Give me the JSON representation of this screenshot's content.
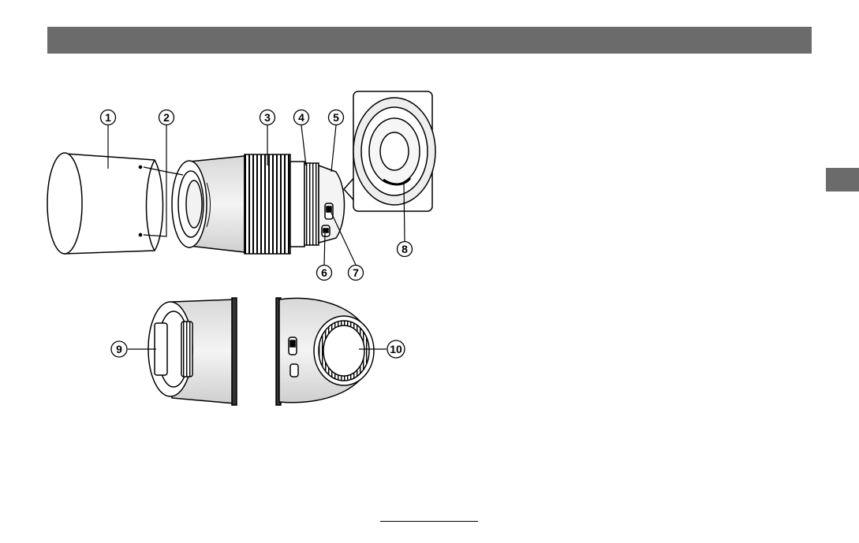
{
  "callouts": [
    "1",
    "2",
    "3",
    "4",
    "5",
    "6",
    "7",
    "8",
    "9",
    "10"
  ],
  "colors": {
    "header_bar": "#6b6b6b",
    "side_tab": "#6b6b6b",
    "line_art": "#000000",
    "shading": "#dcdcdc"
  }
}
